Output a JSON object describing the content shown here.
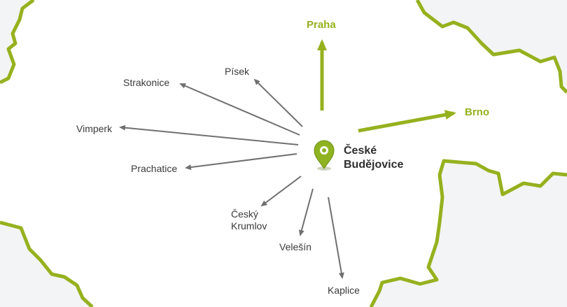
{
  "colors": {
    "border": "#95b11e",
    "outside_fill": "#f3f4f5",
    "arrow_gray": "#707070",
    "arrow_green": "#95b11e",
    "pin": "#8fb320"
  },
  "icons": {
    "center_marker": "map-pin-icon"
  },
  "center": {
    "name": "České Budějovice"
  },
  "destinations": {
    "praha": "Praha",
    "brno": "Brno",
    "pisek": "Písek",
    "strakonice": "Strakonice",
    "vimperk": "Vimperk",
    "prachatice": "Prachatice",
    "cesky_krumlov": "Český Krumlov",
    "velesin": "Velešín",
    "kaplice": "Kaplice"
  }
}
